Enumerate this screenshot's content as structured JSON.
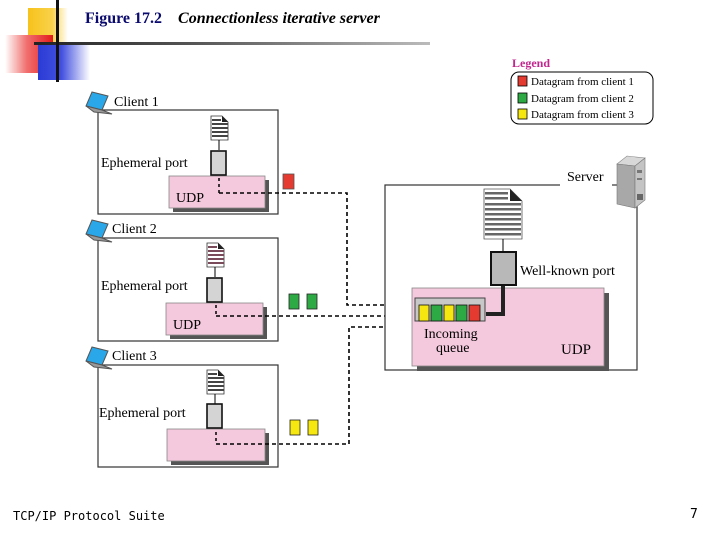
{
  "slide": {
    "figure_number": "Figure 17.2",
    "figure_title": "Connectionless iterative server",
    "footer_left": "TCP/IP Protocol Suite",
    "page_number": "7"
  },
  "legend": {
    "title": "Legend",
    "items": [
      {
        "label": "Datagram from client 1",
        "color": "#e53a2f"
      },
      {
        "label": "Datagram from client 2",
        "color": "#2eaa45"
      },
      {
        "label": "Datagram from client 3",
        "color": "#f5e70f"
      }
    ]
  },
  "clients": [
    {
      "name": "Client 1",
      "port_label": "Ephemeral port",
      "udp_label": "UDP",
      "datagram_colors": [
        "#e53a2f"
      ]
    },
    {
      "name": "Client 2",
      "port_label": "Ephemeral port",
      "udp_label": "UDP",
      "datagram_colors": [
        "#2eaa45",
        "#2eaa45"
      ]
    },
    {
      "name": "Client 3",
      "port_label": "Ephemeral port",
      "udp_label": "",
      "datagram_colors": [
        "#f5e70f",
        "#f5e70f"
      ]
    }
  ],
  "server": {
    "name": "Server",
    "port_label": "Well-known port",
    "udp_label": "UDP",
    "queue_label_line1": "Incoming",
    "queue_label_line2": "queue",
    "queue_colors": [
      "#f5e70f",
      "#2eaa45",
      "#f5e70f",
      "#2eaa45",
      "#e53a2f"
    ]
  },
  "colors": {
    "udp_fill": "#f5c9dd",
    "port_fill": "#d4d4d4",
    "server_port_fill": "#b8b8b8"
  }
}
